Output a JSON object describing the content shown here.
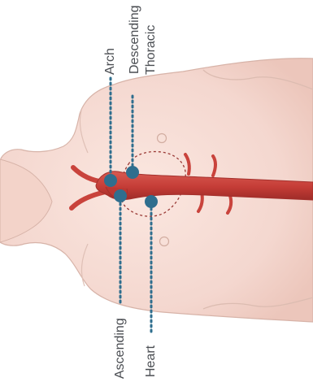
{
  "labels": {
    "arch": "Arch",
    "descending_line1": "Descending",
    "descending_line2": "Thoracic",
    "ascending": "Ascending",
    "heart": "Heart"
  },
  "colors": {
    "skin": "#f6dcd4",
    "skin_outline": "#d7b3a8",
    "aorta": "#c9433c",
    "aorta_dark": "#a3302c",
    "marker": "#2f6e8e",
    "leader": "#2f6e8e",
    "heart_outline": "#9a3a36",
    "label_text": "#4a4d52"
  }
}
